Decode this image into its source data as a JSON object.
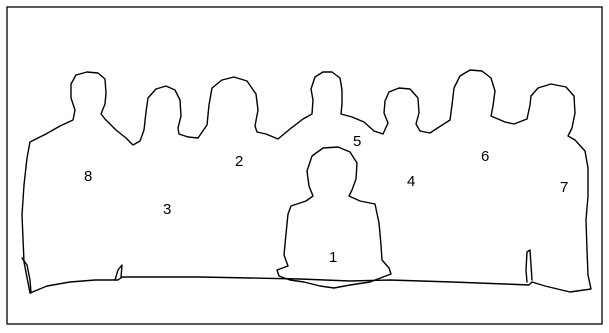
{
  "figure": {
    "people": [
      {
        "number": "1"
      },
      {
        "number": "2"
      },
      {
        "number": "3"
      },
      {
        "number": "4"
      },
      {
        "number": "5"
      },
      {
        "number": "6"
      },
      {
        "number": "7"
      },
      {
        "number": "8"
      }
    ]
  }
}
